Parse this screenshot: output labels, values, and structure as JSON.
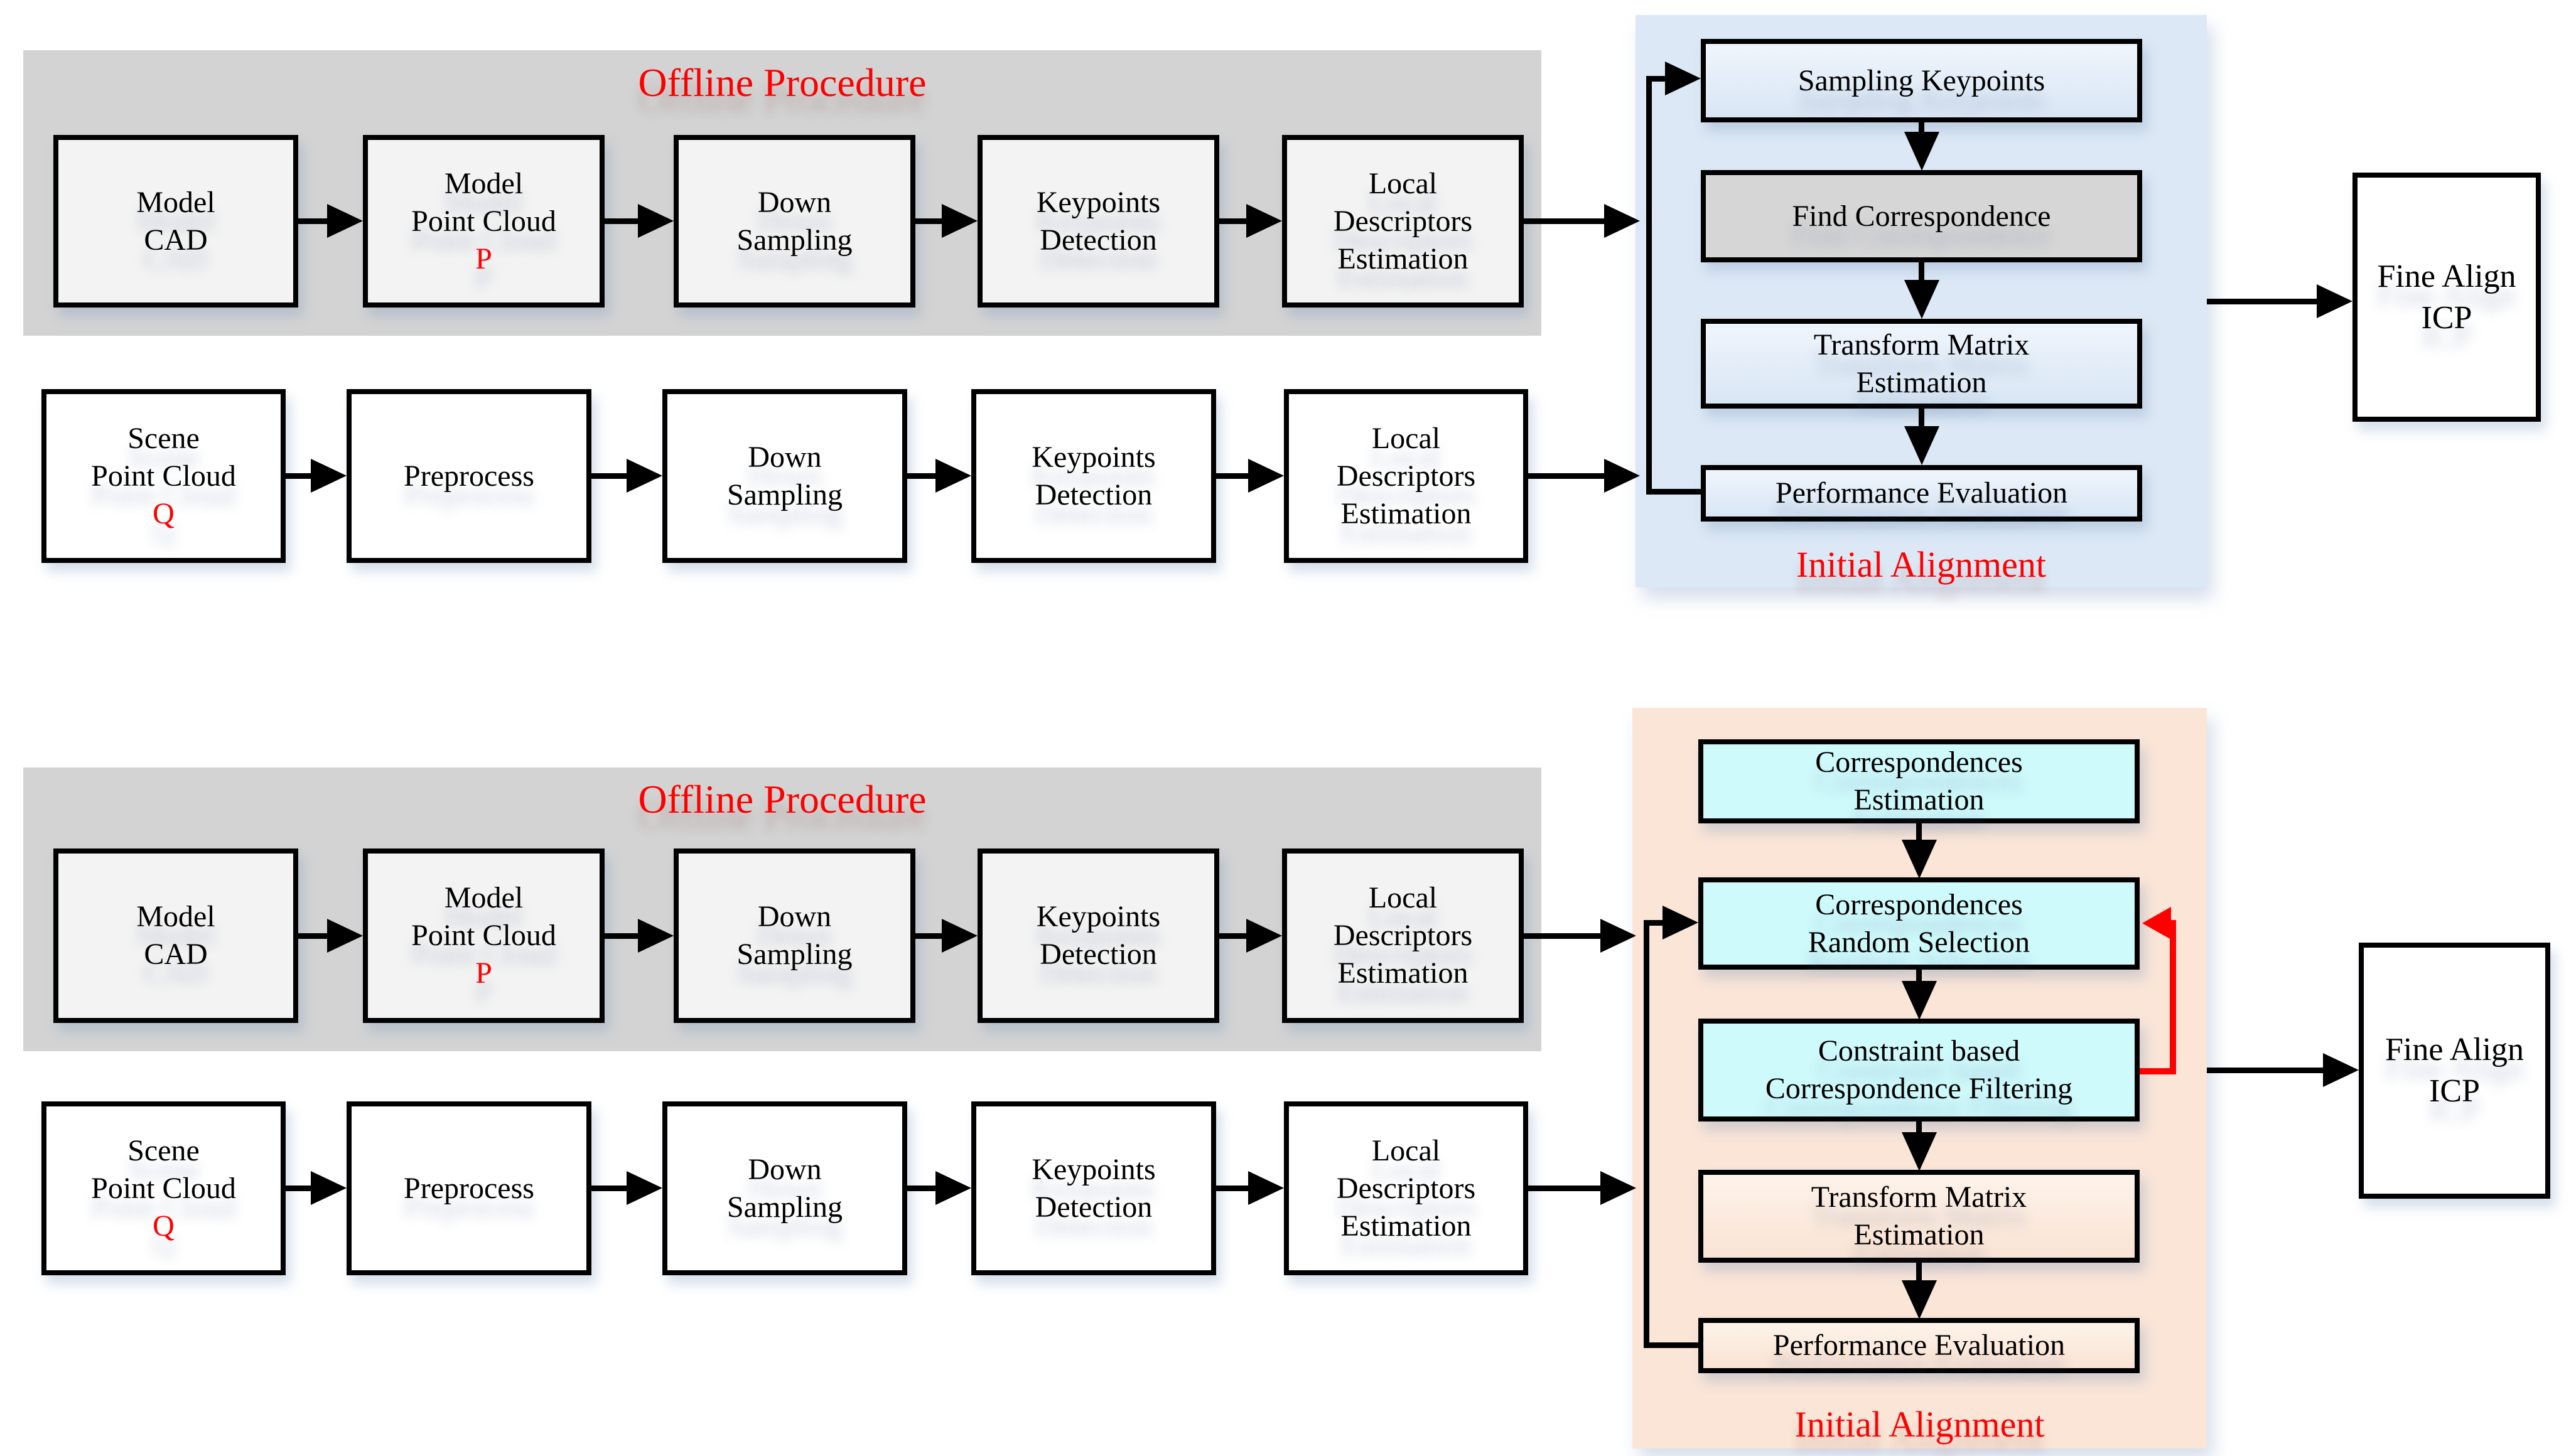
{
  "colors": {
    "accent_red": "#ff0000",
    "line_black": "#000000",
    "banner_gray": "#d3d3d3",
    "box_light_gray": "#f3f3f3",
    "box_white": "#ffffff",
    "panel_blue": "#dce8f5",
    "box_blue_top": "#eff5fc",
    "box_blue_bottom": "#d8e6f4",
    "box_gray": "#d6d6d6",
    "panel_peach": "#fae5d7",
    "box_peach_top": "#fdf3ea",
    "box_peach_bottom": "#fae3d3",
    "box_cyan": "#cffafc"
  },
  "pipeline_a": {
    "banner_title": "Offline Procedure",
    "row1": {
      "model_cad": {
        "l1": "Model",
        "l2": "CAD"
      },
      "model_point_cloud": {
        "l1": "Model",
        "l2": "Point Cloud",
        "sym": "P"
      },
      "down_sampling": {
        "l1": "Down",
        "l2": "Sampling"
      },
      "keypoints_detection": {
        "l1": "Keypoints",
        "l2": "Detection"
      },
      "local_descriptors": {
        "l1": "Local",
        "l2": "Descriptors",
        "l3": "Estimation"
      }
    },
    "row2": {
      "scene_point_cloud": {
        "l1": "Scene",
        "l2": "Point Cloud",
        "sym": "Q"
      },
      "preprocess": {
        "l1": "Preprocess"
      },
      "down_sampling": {
        "l1": "Down",
        "l2": "Sampling"
      },
      "keypoints_detection": {
        "l1": "Keypoints",
        "l2": "Detection"
      },
      "local_descriptors": {
        "l1": "Local",
        "l2": "Descriptors",
        "l3": "Estimation"
      }
    },
    "initial_alignment": {
      "label": "Initial Alignment",
      "sampling_keypoints": "Sampling Keypoints",
      "find_correspondence": "Find Correspondence",
      "transform_matrix": {
        "l1": "Transform Matrix",
        "l2": "Estimation"
      },
      "performance_evaluation": "Performance Evaluation"
    },
    "fine_align": {
      "l1": "Fine Align",
      "l2": "ICP"
    }
  },
  "pipeline_b": {
    "banner_title": "Offline Procedure",
    "row1": {
      "model_cad": {
        "l1": "Model",
        "l2": "CAD"
      },
      "model_point_cloud": {
        "l1": "Model",
        "l2": "Point Cloud",
        "sym": "P"
      },
      "down_sampling": {
        "l1": "Down",
        "l2": "Sampling"
      },
      "keypoints_detection": {
        "l1": "Keypoints",
        "l2": "Detection"
      },
      "local_descriptors": {
        "l1": "Local",
        "l2": "Descriptors",
        "l3": "Estimation"
      }
    },
    "row2": {
      "scene_point_cloud": {
        "l1": "Scene",
        "l2": "Point Cloud",
        "sym": "Q"
      },
      "preprocess": {
        "l1": "Preprocess"
      },
      "down_sampling": {
        "l1": "Down",
        "l2": "Sampling"
      },
      "keypoints_detection": {
        "l1": "Keypoints",
        "l2": "Detection"
      },
      "local_descriptors": {
        "l1": "Local",
        "l2": "Descriptors",
        "l3": "Estimation"
      }
    },
    "initial_alignment": {
      "label": "Initial Alignment",
      "correspondences_estimation": {
        "l1": "Correspondences",
        "l2": "Estimation"
      },
      "correspondences_random_selection": {
        "l1": "Correspondences",
        "l2": "Random Selection"
      },
      "constraint_filtering": {
        "l1": "Constraint based",
        "l2": "Correspondence Filtering"
      },
      "transform_matrix": {
        "l1": "Transform Matrix",
        "l2": "Estimation"
      },
      "performance_evaluation": "Performance Evaluation"
    },
    "fine_align": {
      "l1": "Fine Align",
      "l2": "ICP"
    }
  }
}
